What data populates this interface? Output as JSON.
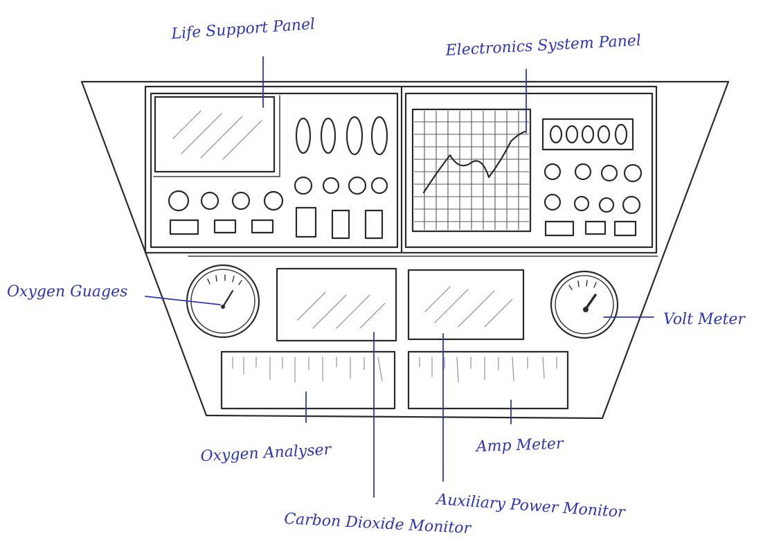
{
  "labels": {
    "life_support_panel": "Life Support Panel",
    "electronics_system_panel": "Electronics System Panel",
    "oxygen_gauges": "Oxygen Guages",
    "volt_meter": "Volt Meter",
    "oxygen_analyser": "Oxygen Analyser",
    "carbon_dioxide_monitor": "Carbon Dioxide Monitor",
    "auxiliary_power_monitor": "Auxiliary Power Monitor",
    "amp_meter": "Amp Meter"
  },
  "display_digits": {
    "life_support": "0000",
    "electronics": "00000"
  },
  "colors": {
    "ink": "#2a2a2a",
    "annotation": "#2f35b5"
  }
}
